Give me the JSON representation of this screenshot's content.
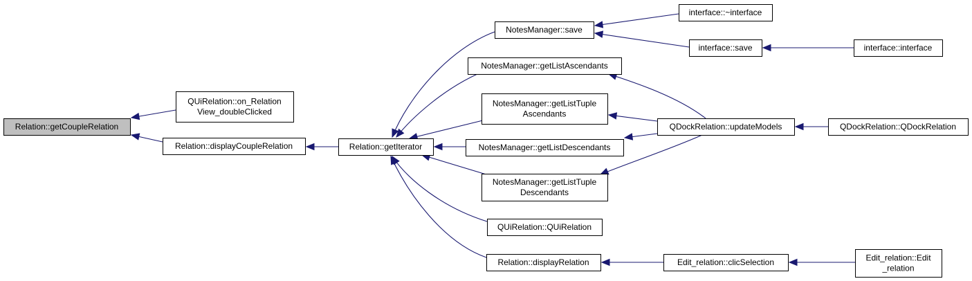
{
  "graph": {
    "colors": {
      "edge": "#191970",
      "node_fill": "#ffffff",
      "focus_fill": "#bfbfbf",
      "node_border": "#000000"
    },
    "nodes": [
      {
        "id": "getCoupleRelation",
        "lines": [
          "Relation::getCoupleRelation"
        ],
        "focus": true
      },
      {
        "id": "onRelationViewDoubleClicked",
        "lines": [
          "QUiRelation::on_Relation",
          "View_doubleClicked"
        ]
      },
      {
        "id": "displayCoupleRelation",
        "lines": [
          "Relation::displayCoupleRelation"
        ]
      },
      {
        "id": "getIterator",
        "lines": [
          "Relation::getIterator"
        ]
      },
      {
        "id": "notesSave",
        "lines": [
          "NotesManager::save"
        ]
      },
      {
        "id": "getListAscendants",
        "lines": [
          "NotesManager::getListAscendants"
        ]
      },
      {
        "id": "getListTupleAscendants",
        "lines": [
          "NotesManager::getListTuple",
          "Ascendants"
        ]
      },
      {
        "id": "getListDescendants",
        "lines": [
          "NotesManager::getListDescendants"
        ]
      },
      {
        "id": "getListTupleDescendants",
        "lines": [
          "NotesManager::getListTuple",
          "Descendants"
        ]
      },
      {
        "id": "quiRelationCtor",
        "lines": [
          "QUiRelation::QUiRelation"
        ]
      },
      {
        "id": "displayRelation",
        "lines": [
          "Relation::displayRelation"
        ]
      },
      {
        "id": "interfaceDtor",
        "lines": [
          "interface::~interface"
        ]
      },
      {
        "id": "interfaceSave",
        "lines": [
          "interface::save"
        ]
      },
      {
        "id": "interfaceCtor",
        "lines": [
          "interface::interface"
        ]
      },
      {
        "id": "updateModels",
        "lines": [
          "QDockRelation::updateModels"
        ]
      },
      {
        "id": "qDockRelationCtor",
        "lines": [
          "QDockRelation::QDockRelation"
        ]
      },
      {
        "id": "clicSelection",
        "lines": [
          "Edit_relation::clicSelection"
        ]
      },
      {
        "id": "editRelationCtor",
        "lines": [
          "Edit_relation::Edit",
          "_relation"
        ]
      }
    ],
    "edges": [
      {
        "from": "onRelationViewDoubleClicked",
        "to": "getCoupleRelation"
      },
      {
        "from": "displayCoupleRelation",
        "to": "getCoupleRelation"
      },
      {
        "from": "getIterator",
        "to": "displayCoupleRelation"
      },
      {
        "from": "notesSave",
        "to": "getIterator"
      },
      {
        "from": "getListAscendants",
        "to": "getIterator"
      },
      {
        "from": "getListTupleAscendants",
        "to": "getIterator"
      },
      {
        "from": "getListDescendants",
        "to": "getIterator"
      },
      {
        "from": "getListTupleDescendants",
        "to": "getIterator"
      },
      {
        "from": "quiRelationCtor",
        "to": "getIterator"
      },
      {
        "from": "displayRelation",
        "to": "getIterator"
      },
      {
        "from": "interfaceDtor",
        "to": "notesSave"
      },
      {
        "from": "interfaceSave",
        "to": "notesSave"
      },
      {
        "from": "interfaceCtor",
        "to": "interfaceSave"
      },
      {
        "from": "updateModels",
        "to": "getListAscendants"
      },
      {
        "from": "updateModels",
        "to": "getListTupleAscendants"
      },
      {
        "from": "updateModels",
        "to": "getListDescendants"
      },
      {
        "from": "updateModels",
        "to": "getListTupleDescendants"
      },
      {
        "from": "qDockRelationCtor",
        "to": "updateModels"
      },
      {
        "from": "clicSelection",
        "to": "displayRelation"
      },
      {
        "from": "editRelationCtor",
        "to": "clicSelection"
      }
    ]
  }
}
